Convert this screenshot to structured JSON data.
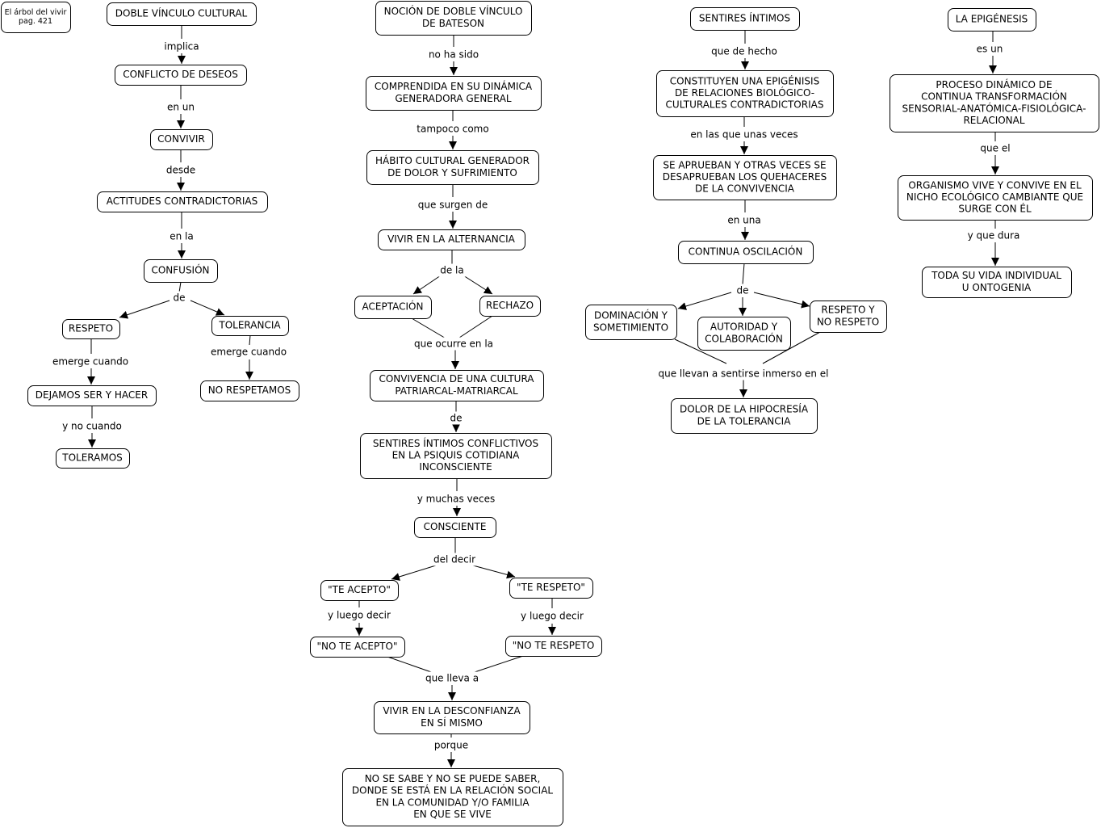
{
  "note": {
    "lines": [
      "El árbol del vivir",
      "pag. 421"
    ]
  },
  "concepts": {
    "c1_1": [
      "DOBLE VÍNCULO CULTURAL"
    ],
    "c1_2": [
      "CONFLICTO DE DESEOS"
    ],
    "c1_3": [
      "CONVIVIR"
    ],
    "c1_4": [
      "ACTITUDES CONTRADICTORIAS"
    ],
    "c1_5": [
      "CONFUSIÓN"
    ],
    "c1_6": [
      "RESPETO"
    ],
    "c1_7": [
      "TOLERANCIA"
    ],
    "c1_8": [
      "DEJAMOS SER Y HACER"
    ],
    "c1_9": [
      "NO RESPETAMOS"
    ],
    "c1_10": [
      "TOLERAMOS"
    ],
    "c2_1": [
      "NOCIÓN DE DOBLE VÍNCULO",
      "DE BATESON"
    ],
    "c2_2": [
      "COMPRENDIDA EN SU DINÁMICA",
      "GENERADORA GENERAL"
    ],
    "c2_3": [
      "HÁBITO CULTURAL GENERADOR",
      "DE DOLOR Y SUFRIMIENTO"
    ],
    "c2_4": [
      "VIVIR EN LA ALTERNANCIA"
    ],
    "c2_5": [
      "ACEPTACIÓN"
    ],
    "c2_6": [
      "RECHAZO"
    ],
    "c2_7": [
      "CONVIVENCIA DE UNA CULTURA",
      "PATRIARCAL-MATRIARCAL"
    ],
    "c2_8": [
      "SENTIRES ÍNTIMOS CONFLICTIVOS",
      "EN LA PSIQUIS COTIDIANA",
      "INCONSCIENTE"
    ],
    "c2_9": [
      "CONSCIENTE"
    ],
    "c2_10": [
      "\"TE ACEPTO\""
    ],
    "c2_11": [
      "\"TE RESPETO\""
    ],
    "c2_12": [
      "\"NO TE ACEPTO\""
    ],
    "c2_13": [
      "\"NO TE RESPETO"
    ],
    "c2_14": [
      "VIVIR EN LA DESCONFIANZA",
      "EN SÍ MISMO"
    ],
    "c2_15": [
      "NO SE SABE Y NO SE PUEDE SABER,",
      "DONDE SE ESTÁ EN LA RELACIÓN SOCIAL",
      "EN LA COMUNIDAD Y/O FAMILIA",
      "EN QUE SE VIVE"
    ],
    "c3_1": [
      "SENTIRES ÍNTIMOS"
    ],
    "c3_2": [
      "CONSTITUYEN UNA EPIGÉNISIS",
      "DE RELACIONES BIOLÓGICO-",
      "CULTURALES CONTRADICTORIAS"
    ],
    "c3_3": [
      "SE APRUEBAN Y OTRAS VECES SE",
      "DESAPRUEBAN LOS QUEHACERES",
      "DE LA CONVIVENCIA"
    ],
    "c3_4": [
      "CONTINUA OSCILACIÓN"
    ],
    "c3_5": [
      "DOMINACIÓN Y",
      "SOMETIMIENTO"
    ],
    "c3_6": [
      "AUTORIDAD Y",
      "COLABORACIÓN"
    ],
    "c3_7": [
      "RESPETO Y",
      "NO RESPETO"
    ],
    "c3_8": [
      "DOLOR DE LA HIPOCRESÍA",
      "DE LA TOLERANCIA"
    ],
    "c4_1": [
      "LA EPIGÉNESIS"
    ],
    "c4_2": [
      "PROCESO DINÁMICO DE",
      "CONTINUA TRANSFORMACIÓN",
      "SENSORIAL-ANATÓMICA-FISIOLÓGICA-",
      "RELACIONAL"
    ],
    "c4_3": [
      "ORGANISMO VIVE Y CONVIVE EN EL",
      "NICHO ECOLÓGICO CAMBIANTE QUE",
      "SURGE CON ÉL"
    ],
    "c4_4": [
      "TODA SU VIDA INDIVIDUAL",
      "U ONTOGENIA"
    ]
  },
  "linking_phrases": {
    "l1_1": "implica",
    "l1_2": "en un",
    "l1_3": "desde",
    "l1_4": "en la",
    "l1_5": "de",
    "l1_6": "emerge cuando",
    "l1_7": "emerge cuando",
    "l1_8": "y no cuando",
    "l2_1": "no ha sido",
    "l2_2": "tampoco como",
    "l2_3": "que surgen de",
    "l2_4": "de la",
    "l2_5": "que ocurre en la",
    "l2_6": "de",
    "l2_7": "y muchas veces",
    "l2_8": "del decir",
    "l2_9": "y luego decir",
    "l2_10": "y luego decir",
    "l2_11": "que lleva a",
    "l2_12": "porque",
    "l3_1": "que de hecho",
    "l3_2": "en las que unas veces",
    "l3_3": "en una",
    "l3_4": "de",
    "l3_5": "que llevan a sentirse inmerso en el",
    "l4_1": "es un",
    "l4_2": "que el",
    "l4_3": "y que dura"
  }
}
